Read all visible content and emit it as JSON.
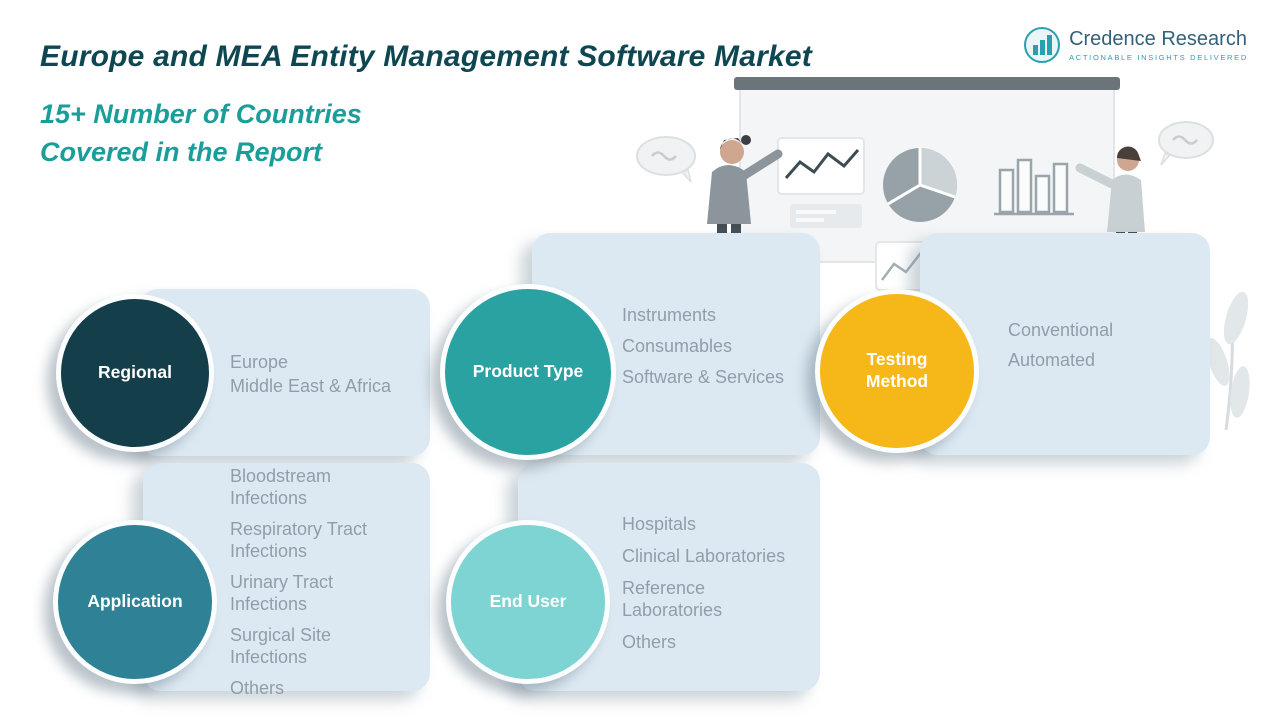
{
  "header": {
    "title": "Europe and MEA Entity Management Software Market",
    "subtitle_line1": "15+ Number of Countries",
    "subtitle_line2": "Covered in the Report"
  },
  "logo": {
    "name": "Credence Research",
    "tagline": "Actionable Insights Delivered"
  },
  "colors": {
    "title": "#0e4651",
    "subtitle": "#1a9e9a",
    "panel": "#dde9f2",
    "item_text": "#909ea9"
  },
  "illustration": {
    "description": "Two presenters at a whiteboard showing line chart, pie chart and bar chart, with speech bubbles and a plant",
    "icons": [
      "speech-bubble",
      "line-chart",
      "pie-chart",
      "bar-chart",
      "plant"
    ]
  },
  "segments": [
    {
      "id": "regional",
      "label": "Regional",
      "color": "#153e4b",
      "items": [
        "Europe",
        "Middle East & Africa"
      ]
    },
    {
      "id": "product-type",
      "label": "Product Type",
      "color": "#2aa2a2",
      "items": [
        "Instruments",
        "Consumables",
        "Software & Services"
      ]
    },
    {
      "id": "testing-method",
      "label": "Testing Method",
      "color": "#f6b719",
      "items": [
        "Conventional",
        "Automated"
      ]
    },
    {
      "id": "application",
      "label": "Application",
      "color": "#2f8195",
      "items": [
        "Bloodstream Infections",
        "Respiratory Tract Infections",
        "Urinary Tract Infections",
        "Surgical Site Infections",
        "Others"
      ]
    },
    {
      "id": "end-user",
      "label": "End User",
      "color": "#7ed3d3",
      "items": [
        "Hospitals",
        "Clinical Laboratories",
        "Reference Laboratories",
        "Others"
      ]
    }
  ]
}
